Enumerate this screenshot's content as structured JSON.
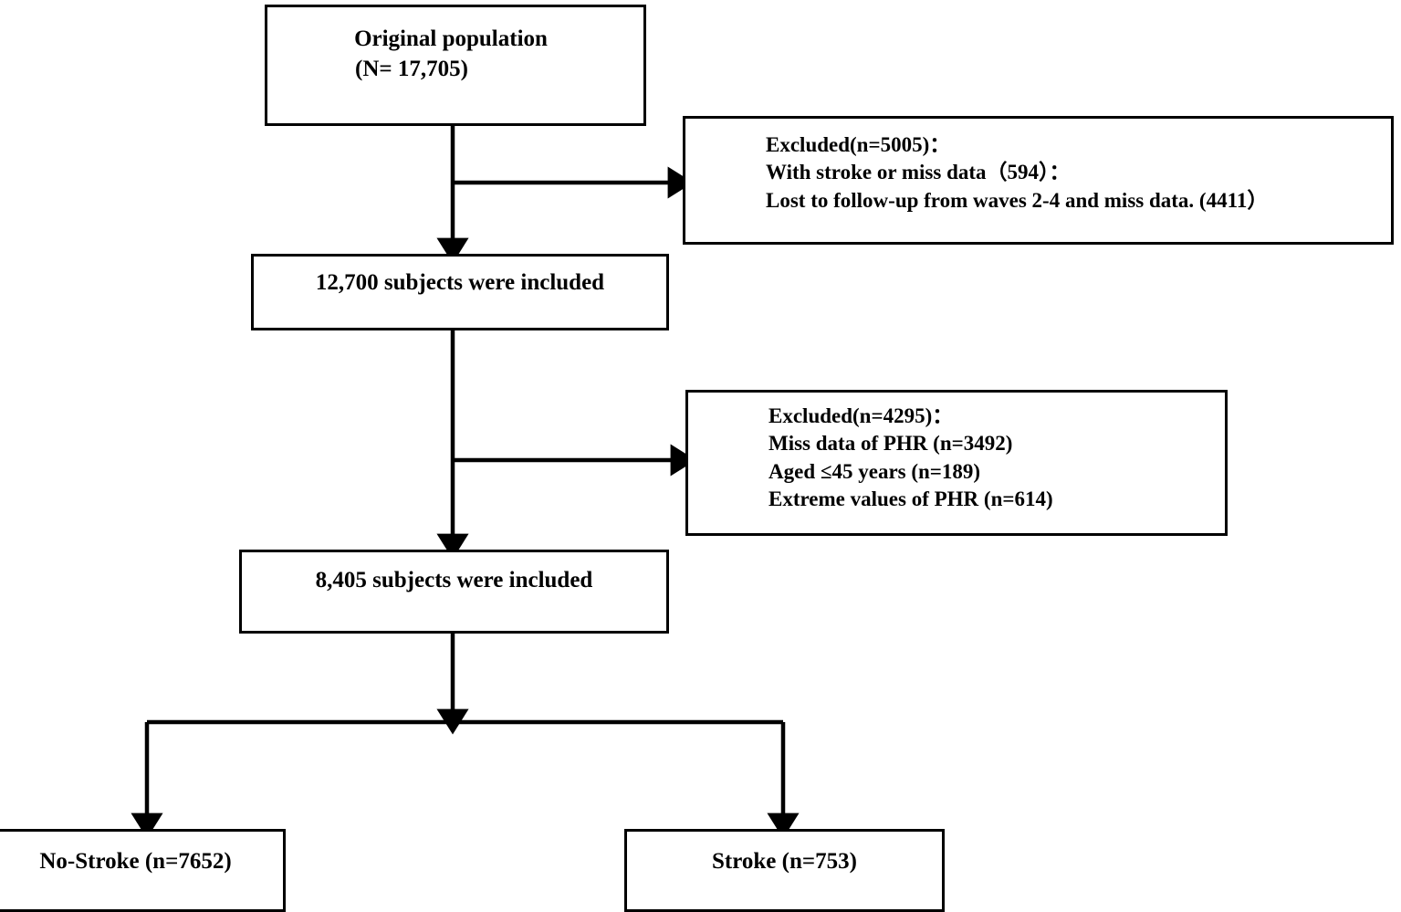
{
  "diagram": {
    "title": "Study participant selection flowchart",
    "type": "flowchart",
    "stroke_color": "#000000",
    "background_color": "#FFFFFF"
  },
  "nodes": {
    "original": {
      "title": "Original population",
      "subtitle": "(N= 17,705)"
    },
    "excluded_1": {
      "line1": "Excluded(n=5005)：",
      "line2": "With stroke or miss data（594）：",
      "line3": "Lost to follow-up from waves 2-4 and miss data. (4411）"
    },
    "included_1": {
      "label": "12,700 subjects were included"
    },
    "excluded_2": {
      "line1": "Excluded(n=4295)：",
      "line2": "Miss data of PHR (n=3492)",
      "line3": "Aged ≤45 years (n=189)",
      "line4": "Extreme values of PHR (n=614)"
    },
    "included_2": {
      "label": "8,405 subjects were included"
    },
    "no_stroke": {
      "label": "No-Stroke (n=7652)"
    },
    "stroke": {
      "label": "Stroke (n=753)"
    }
  },
  "flow_data": {
    "type": "flowchart",
    "original_population": 17705,
    "excluded_step_1_total": 5005,
    "excluded_step_1_breakdown": [
      {
        "reason": "With stroke or miss data",
        "n": 594
      },
      {
        "reason": "Lost to follow-up from waves 2-4 and miss data",
        "n": 4411
      }
    ],
    "included_after_step_1": 12700,
    "excluded_step_2_total": 4295,
    "excluded_step_2_breakdown": [
      {
        "reason": "Miss data of PHR",
        "n": 3492
      },
      {
        "reason": "Aged ≤45 years",
        "n": 189
      },
      {
        "reason": "Extreme values of PHR",
        "n": 614
      }
    ],
    "included_after_step_2": 8405,
    "outcomes": [
      {
        "label": "No-Stroke",
        "n": 7652
      },
      {
        "label": "Stroke",
        "n": 753
      }
    ]
  }
}
